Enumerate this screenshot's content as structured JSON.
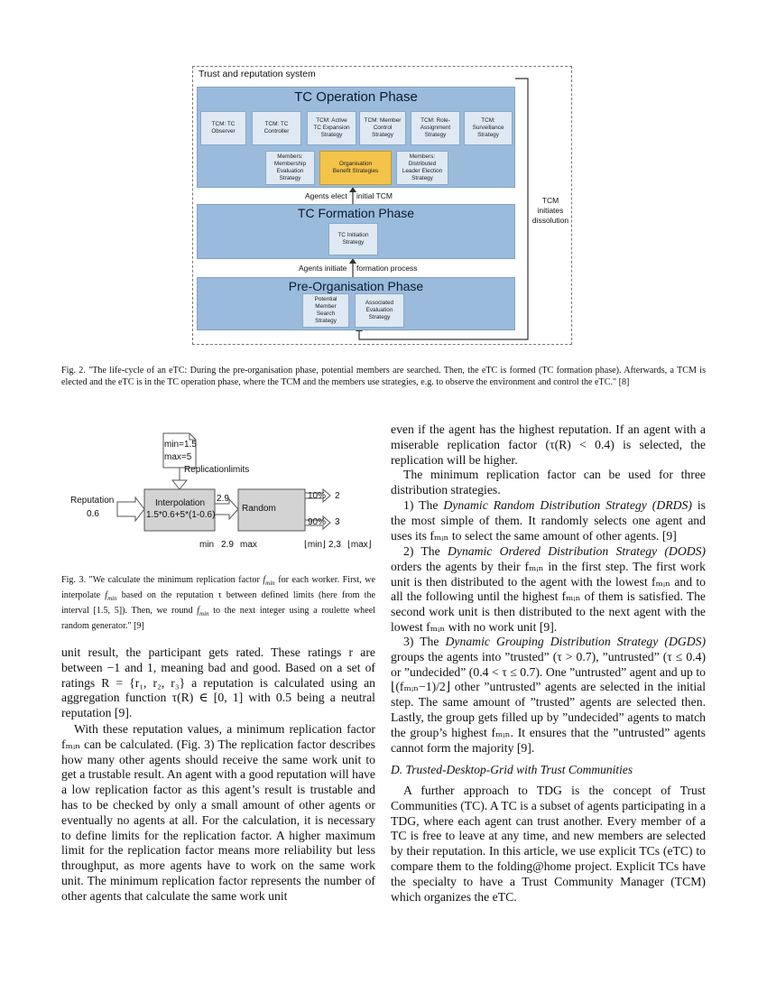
{
  "fig2": {
    "frame_title": "Trust and reputation system",
    "operation": {
      "title": "TC Operation Phase",
      "strategies_row1": [
        "TCM: TC\nObserver",
        "TCM: TC\nController",
        "TCM: Active\nTC Expansion\nStrategy",
        "TCM: Member\nControl\nStrategy",
        "TCM: Role-\nAssignment\nStrategy",
        "TCM:\nSurveillance\nStrategy"
      ],
      "strategies_row2": [
        "Members:\nMembership\nEvaluation\nStrategy",
        "Organisation\nBenefit Strategies",
        "Members:\nDistributed\nLeader Election\nStrategy"
      ]
    },
    "arrow1_left": "Agents elect",
    "arrow1_right": "initial TCM",
    "formation": {
      "title": "TC Formation Phase",
      "strategy": "TC Initiation\nStrategy"
    },
    "arrow2_left": "Agents initiate",
    "arrow2_right": "formation process",
    "preorg": {
      "title": "Pre-Organisation Phase",
      "strategies": [
        "Potential\nMember\nSearch\nStrategy",
        "Associated\nEvaluation\nStrategy"
      ]
    },
    "side_label": "TCM\ninitiates\ndissolution",
    "highlight_color": "#f3c34a",
    "phase_color": "#9bbbdc"
  },
  "fig2_caption": "Fig. 2.   \"The life-cycle of an eTC: During the pre-organisation phase, potential members are searched. Then, the eTC is formed (TC formation phase). Afterwards, a TCM is elected and the eTC is in the TC operation phase, where the TCM and the members use strategies, e.g. to observe the environment and control the eTC.\" [8]",
  "fig3": {
    "note_line1": "min=1.5",
    "note_line2": "max=5",
    "limits_label": "Replicationlimits",
    "reputation_label": "Reputation",
    "reputation_value": "0.6",
    "interp_title": "Interpolation",
    "interp_formula": "1.5*0.6+5*(1-0.6)",
    "interp_out": "2.9",
    "random_label": "Random",
    "p1": "10%",
    "p1_out": "2",
    "p2": "90%",
    "p2_out": "3",
    "bottom_min": "min",
    "bottom_val": "2.9",
    "bottom_max": "max",
    "bottom_lmin": "⌊min⌋",
    "bottom_range": "2,3",
    "bottom_lmax": "⌊max⌋"
  },
  "fig3_caption": {
    "p1": "Fig. 3.   \"We calculate the minimum replication factor ",
    "fmin": "f",
    "min": "min",
    "p2": " for each worker. First, we interpolate ",
    "p3": " based on the reputation τ between defined limits (here from the interval [1.5, 5]). Then, we round ",
    "p4": " to the next integer using a roulette wheel random generator.\" [9]"
  },
  "left_col": {
    "para1": "unit result, the participant gets rated. These ratings r are between −1 and 1, meaning bad and good. Based on a set of ratings R = {r₁, r₂, r₃} a reputation is calculated using an aggregation function τ(R) ∈ [0, 1] with 0.5 being a neutral reputation [9].",
    "para2": "With these reputation values, a minimum replication factor fₘᵢₙ can be calculated. (Fig. 3) The replication factor describes how many other agents should receive the same work unit to get a trustable result. An agent with a good reputation will have a low replication factor as this agent’s result is trustable and has to be checked by only a small amount of other agents or eventually no agents at all. For the calculation, it is necessary to define limits for the replication factor. A higher maximum limit for the replication factor means more reliability but less throughput, as more agents have to work on the same work unit. The minimum replication factor represents the number of other agents that calculate the same work unit"
  },
  "right_col": {
    "para1": "even if the agent has the highest reputation. If an agent with a miserable replication factor (τ(R) < 0.4) is selected, the replication will be higher.",
    "para2": "The minimum replication factor can be used for three distribution strategies.",
    "drds_pre": "1) The ",
    "drds_name": "Dynamic Random Distribution Strategy (DRDS)",
    "drds_post": " is the most simple of them. It randomly selects one agent and uses its fₘᵢₙ to select the same amount of other agents. [9]",
    "dods_pre": "2) The ",
    "dods_name": "Dynamic Ordered Distribution Strategy (DODS)",
    "dods_post": " orders the agents by their fₘᵢₙ in the first step. The first work unit is then distributed to the agent with the lowest fₘᵢₙ and to all the following until the highest fₘᵢₙ of them is satisfied. The second work unit is then distributed to the next agent with the lowest fₘᵢₙ with no work unit [9].",
    "dgds_pre": "3) The ",
    "dgds_name": "Dynamic Grouping Distribution Strategy (DGDS)",
    "dgds_post": " groups the agents into ”trusted” (τ > 0.7), ”untrusted” (τ ≤ 0.4) or ”undecided” (0.4 < τ ≤ 0.7). One ”untrusted” agent and up to ⌊(fₘᵢₙ−1)/2⌋ other ”untrusted” agents are selected in the initial step. The same amount of ”trusted” agents are selected then. Lastly, the group gets filled up by ”undecided” agents to match the group’s highest fₘᵢₙ. It ensures that the ”untrusted” agents cannot form the majority [9].",
    "section_heading": "D. Trusted-Desktop-Grid with Trust Communities",
    "para_last": "A further approach to TDG is the concept of Trust Communities (TC). A TC is a subset of agents participating in a TDG, where each agent can trust another. Every member of a TC is free to leave at any time, and new members are selected by their reputation. In this article, we use explicit TCs (eTC) to compare them to the folding@home project. Explicit TCs have the specialty to have a Trust Community Manager (TCM) which organizes the eTC."
  }
}
